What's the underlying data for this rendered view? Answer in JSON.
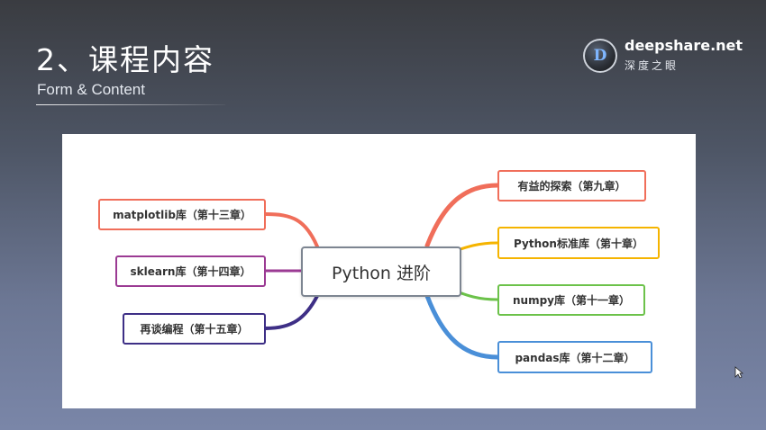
{
  "header": {
    "title": "2、课程内容",
    "subtitle": "Form & Content"
  },
  "brand": {
    "name": "deepshare.net",
    "sub": "深度之眼",
    "logo_letter": "D"
  },
  "mindmap": {
    "center": "Python 进阶",
    "left_branches": [
      {
        "label": "matplotlib库（第十三章）",
        "color": "#f06e5a"
      },
      {
        "label": "sklearn库（第十四章）",
        "color": "#9b3a93"
      },
      {
        "label": "再谈编程（第十五章）",
        "color": "#3e2f86"
      }
    ],
    "right_branches": [
      {
        "label": "有益的探索（第九章）",
        "color": "#f06e5a"
      },
      {
        "label": "Python标准库（第十章）",
        "color": "#f5b400"
      },
      {
        "label": "numpy库（第十一章）",
        "color": "#6cc24a"
      },
      {
        "label": "pandas库（第十二章）",
        "color": "#4a8fd8"
      }
    ]
  }
}
